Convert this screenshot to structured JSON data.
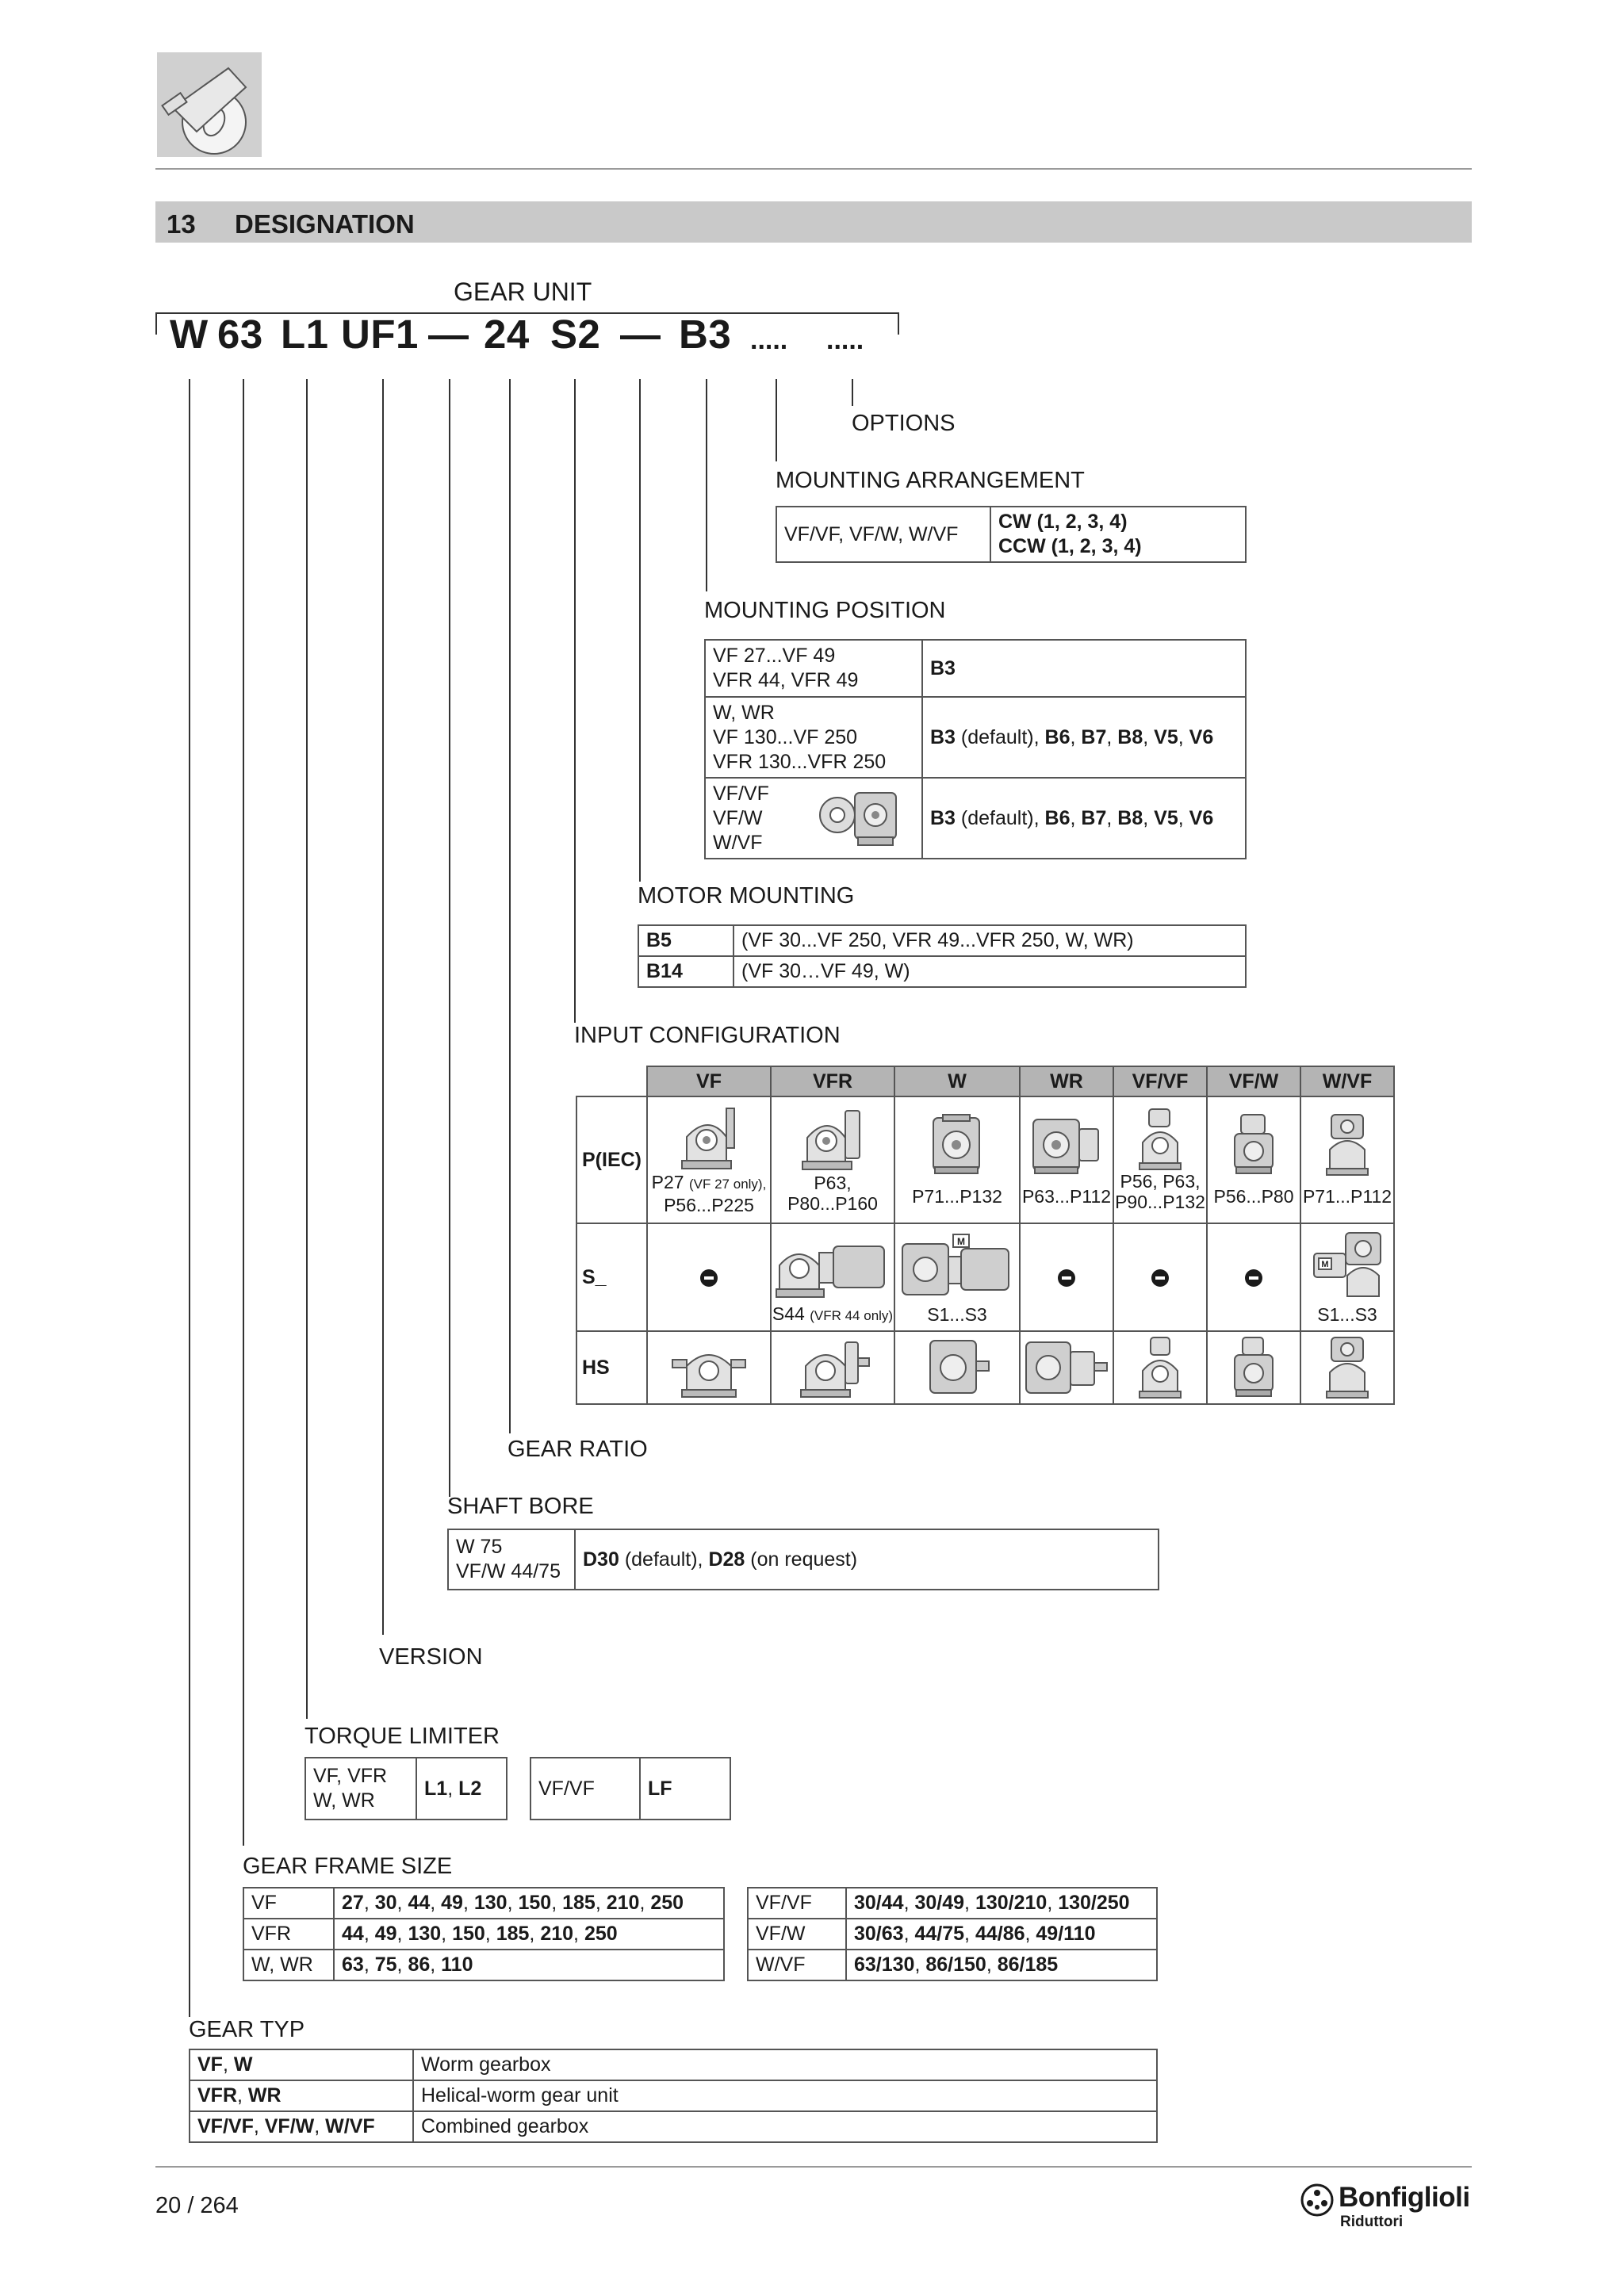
{
  "section": {
    "number": "13",
    "title": "DESIGNATION"
  },
  "gear_unit_label": "GEAR UNIT",
  "code": {
    "parts": [
      "W",
      "63",
      "L1",
      "UF1",
      "—",
      "24",
      "S2",
      "—",
      "B3"
    ],
    "dots": [
      ".....",
      "....."
    ]
  },
  "labels": {
    "options": "OPTIONS",
    "mounting_arrangement": "MOUNTING ARRANGEMENT",
    "mounting_position": "MOUNTING POSITION",
    "motor_mounting": "MOTOR MOUNTING",
    "input_configuration": "INPUT CONFIGURATION",
    "gear_ratio": "GEAR RATIO",
    "shaft_bore": "SHAFT BORE",
    "version": "VERSION",
    "torque_limiter": "TORQUE LIMITER",
    "gear_frame_size": "GEAR FRAME SIZE",
    "gear_typ": "GEAR TYP"
  },
  "mounting_arrangement": {
    "types": "VF/VF, VF/W, W/VF",
    "values": [
      "CW (1, 2, 3, 4)",
      "CCW (1, 2, 3, 4)"
    ]
  },
  "mounting_position": [
    {
      "types": [
        "VF 27...VF 49",
        "VFR 44, VFR 49"
      ],
      "value_bold": "B3",
      "value_rest": ""
    },
    {
      "types": [
        "W, WR",
        "VF 130...VF 250",
        "VFR 130...VFR 250"
      ],
      "value_bold": "B3",
      "value_rest": " (default), ",
      "extras": [
        "B6",
        "B7",
        "B8",
        "V5",
        "V6"
      ]
    },
    {
      "types": [
        "VF/VF",
        "VF/W",
        "W/VF"
      ],
      "value_bold": "B3",
      "value_rest": " (default), ",
      "extras": [
        "B6",
        "B7",
        "B8",
        "V5",
        "V6"
      ]
    }
  ],
  "motor_mounting": [
    {
      "code": "B5",
      "desc": "(VF 30...VF 250, VFR 49...VFR 250, W, WR)"
    },
    {
      "code": "B14",
      "desc": "(VF 30…VF 49, W)"
    }
  ],
  "input_configuration": {
    "columns": [
      "VF",
      "VFR",
      "W",
      "WR",
      "VF/VF",
      "VF/W",
      "W/VF"
    ],
    "rows": [
      "P(IEC)",
      "S_",
      "HS"
    ],
    "p_captions": [
      {
        "l1": "P27",
        "l1_small": "(VF 27 only),",
        "l2": "P56...P225"
      },
      {
        "l1": "P63,",
        "l1_small": "",
        "l2": "P80...P160"
      },
      {
        "l1": "P71...P132",
        "l1_small": "",
        "l2": ""
      },
      {
        "l1": "P63...P112",
        "l1_small": "",
        "l2": ""
      },
      {
        "l1": "P56, P63,",
        "l1_small": "",
        "l2": "P90...P132"
      },
      {
        "l1": "P56...P80",
        "l1_small": "",
        "l2": ""
      },
      {
        "l1": "P71...P112",
        "l1_small": "",
        "l2": ""
      }
    ],
    "s_captions": {
      "vfr": {
        "main": "S44",
        "small": "(VFR 44 only)"
      },
      "w": "S1...S3",
      "wvf": "S1...S3"
    },
    "motor_badge": "M"
  },
  "shaft_bore": {
    "types": [
      "W 75",
      "VF/W 44/75"
    ],
    "v1": "D30",
    "v1_rest": " (default), ",
    "v2": "D28",
    "v2_rest": " (on request)"
  },
  "torque_limiter": {
    "a_types": [
      "VF, VFR",
      "W, WR"
    ],
    "a_values": [
      "L1",
      "L2"
    ],
    "b_types": "VF/VF",
    "b_value": "LF"
  },
  "gear_frame_size": {
    "left": [
      {
        "type": "VF",
        "sizes": [
          "27",
          "30",
          "44",
          "49",
          "130",
          "150",
          "185",
          "210",
          "250"
        ]
      },
      {
        "type": "VFR",
        "sizes": [
          "44",
          "49",
          "130",
          "150",
          "185",
          "210",
          "250"
        ]
      },
      {
        "type": "W, WR",
        "sizes": [
          "63",
          "75",
          "86",
          "110"
        ]
      }
    ],
    "right": [
      {
        "type": "VF/VF",
        "sizes": [
          "30/44",
          "30/49",
          "130/210",
          "130/250"
        ]
      },
      {
        "type": "VF/W",
        "sizes": [
          "30/63",
          "44/75",
          "44/86",
          "49/110"
        ]
      },
      {
        "type": "W/VF",
        "sizes": [
          "63/130",
          "86/150",
          "86/185"
        ]
      }
    ]
  },
  "gear_typ": [
    {
      "codes": [
        "VF",
        "W"
      ],
      "desc": "Worm gearbox"
    },
    {
      "codes": [
        "VFR",
        "WR"
      ],
      "desc": "Helical-worm gear unit"
    },
    {
      "codes": [
        "VF/VF",
        "VF/W",
        "W/VF"
      ],
      "desc": "Combined gearbox"
    }
  ],
  "footer": {
    "page": "20 / 264",
    "brand": "Bonfiglioli",
    "brand_sub": "Riduttori"
  }
}
